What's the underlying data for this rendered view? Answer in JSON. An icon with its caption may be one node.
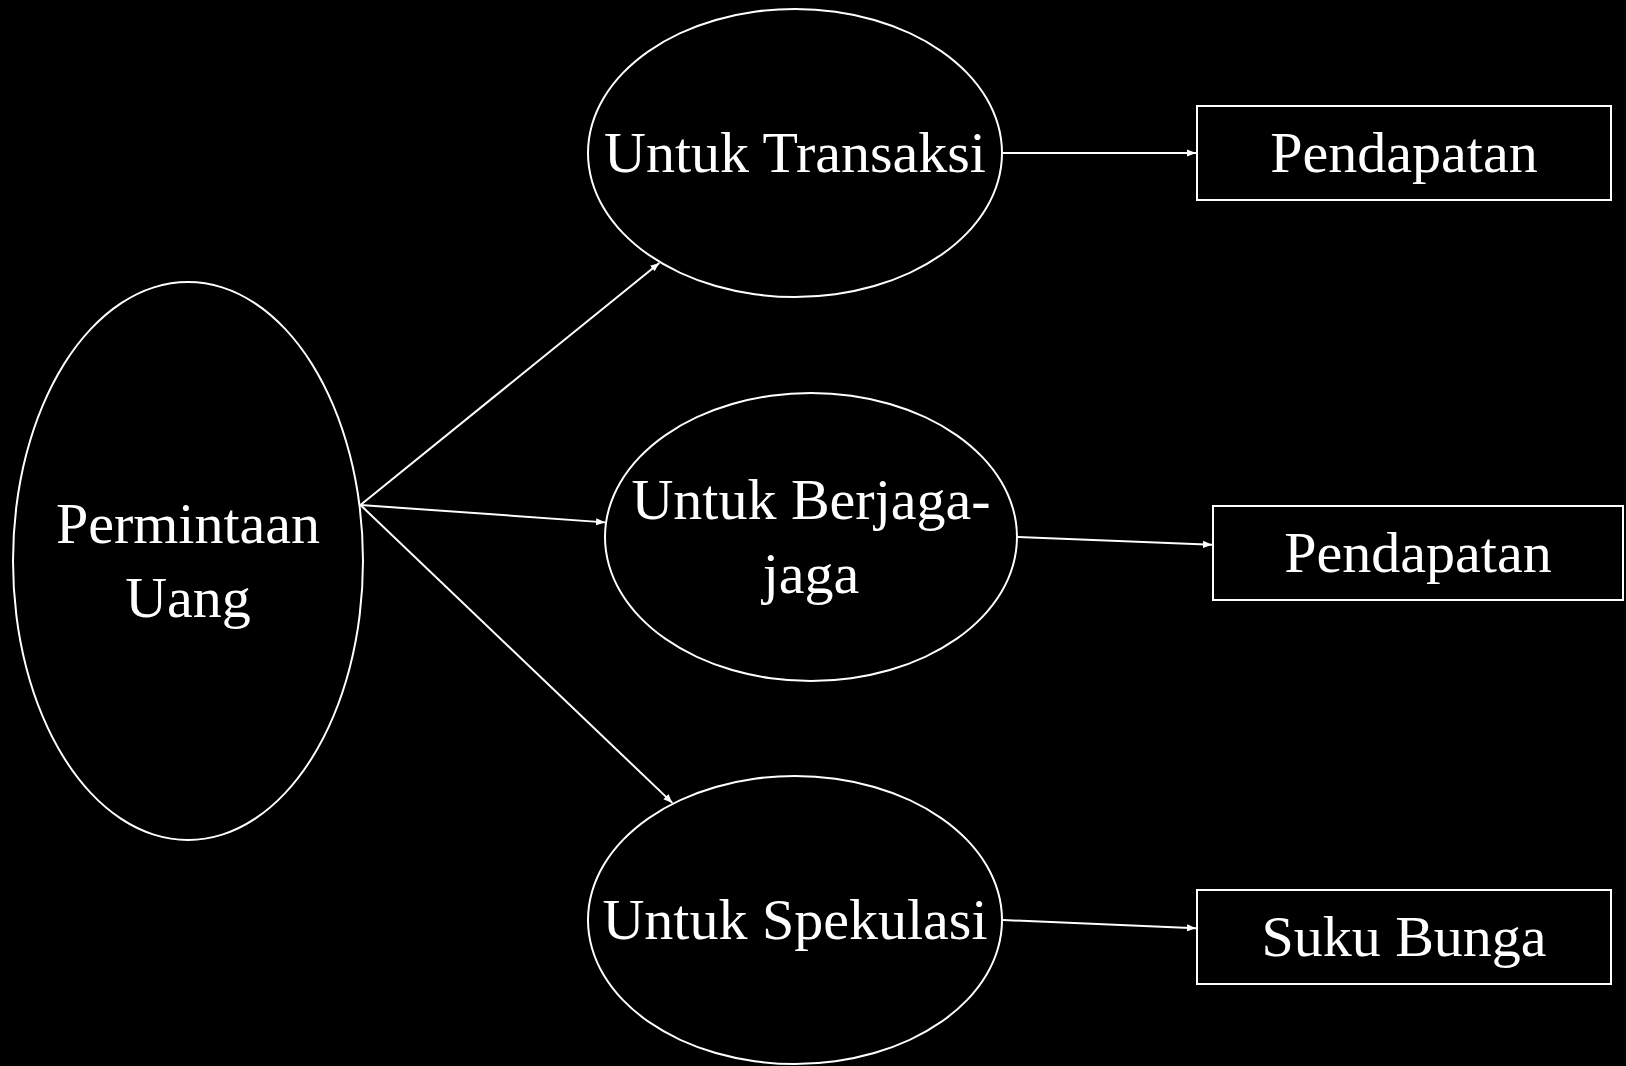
{
  "diagram": {
    "nodes": [
      {
        "text": [
          "Permintaan Uang"
        ]
      },
      {
        "text": [
          "Untuk Transaksi"
        ]
      },
      {
        "text": [
          "Untuk Berjaga-jaga"
        ]
      },
      {
        "text": [
          "Untuk Spekulasi"
        ]
      },
      {
        "text": [
          "Pendapatan"
        ]
      },
      {
        "text": [
          "Pendapatan"
        ]
      },
      {
        "text": [
          "Suku Bunga"
        ]
      }
    ],
    "edges": [
      {
        "from": 0,
        "to": 1,
        "arrow": "to"
      },
      {
        "from": 0,
        "to": 2,
        "arrow": "to"
      },
      {
        "from": 0,
        "to": 3,
        "arrow": "to"
      },
      {
        "from": 1,
        "to": 4,
        "arrow": "to"
      },
      {
        "from": 2,
        "to": 5,
        "arrow": "to"
      },
      {
        "from": 3,
        "to": 6,
        "arrow": "to"
      }
    ]
  }
}
